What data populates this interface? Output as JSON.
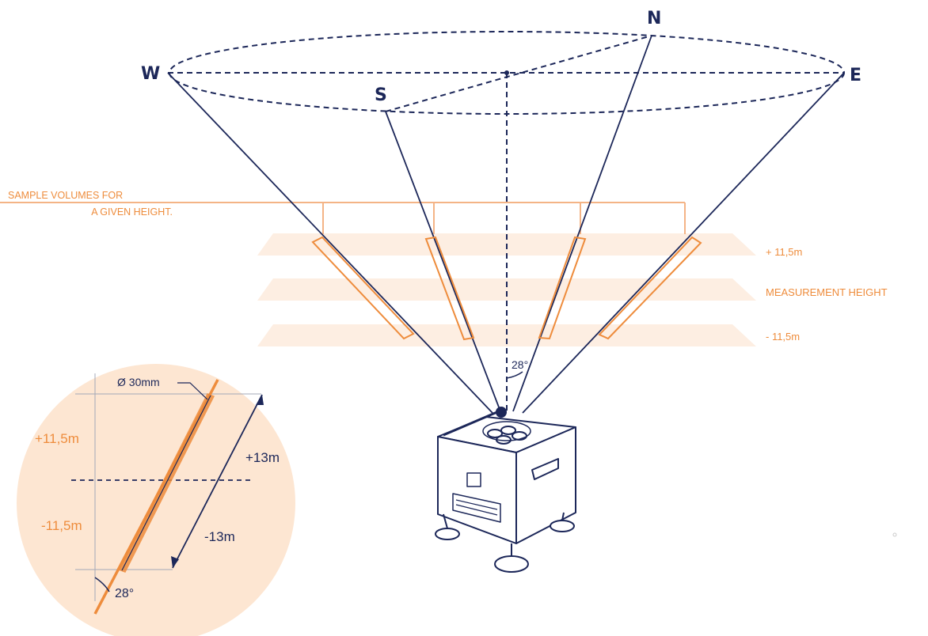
{
  "compass": {
    "north": "N",
    "south": "S",
    "east": "E",
    "west": "W"
  },
  "labels": {
    "sample_volumes_line1": "SAMPLE VOLUMES FOR",
    "sample_volumes_line2": "A GIVEN HEIGHT.",
    "plus_height": "+ 11,5m",
    "measurement_height": "MEASUREMENT HEIGHT",
    "minus_height": "- 11,5m",
    "beam_angle": "28°"
  },
  "detail": {
    "diameter": "Ø 30mm",
    "plus_height": "+11,5m",
    "minus_height": "-11,5m",
    "plus_length": "+13m",
    "minus_length": "-13m",
    "angle": "28°"
  },
  "colors": {
    "navy": "#1c2759",
    "orange": "#ee8c3c",
    "light_orange": "#fbe3cf",
    "pale_orange": "#fdeee2",
    "circle_fill": "#fde6d2"
  }
}
